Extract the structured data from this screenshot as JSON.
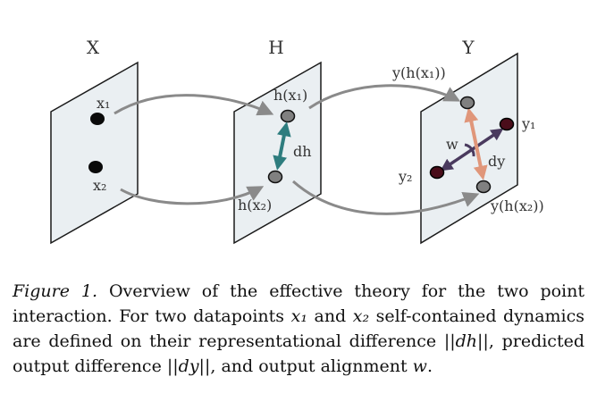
{
  "colors": {
    "plane_fill": "#eaeff2",
    "plane_stroke": "#1a1a1a",
    "curve_arrow": "#8a8a8a",
    "point_black": "#0a0a0a",
    "point_gray": "#808080",
    "point_dark_red": "#4a0d1a",
    "dh_arrow": "#2e7d7f",
    "dy_arrow": "#e0967a",
    "w_arrow": "#4a3a5e"
  },
  "planes": {
    "x_title": "X",
    "h_title": "H",
    "y_title": "Y"
  },
  "labels": {
    "x1": "x₁",
    "x2": "x₂",
    "hx1": "h(x₁)",
    "hx2": "h(x₂)",
    "dh": "dh",
    "yhx1": "y(h(x₁))",
    "yhx2": "y(h(x₂))",
    "y1": "y₁",
    "y2": "y₂",
    "w": "w",
    "dy": "dy"
  },
  "caption": {
    "figure_label": "Figure 1.",
    "part1": " Overview of the effective theory for the two point interaction. For two datapoints ",
    "x1": "x₁",
    "and": " and ",
    "x2": "x₂",
    "part2": " self-contained dynamics are defined on their representational difference ",
    "dh_norm": "||dh||",
    "part3": ", predicted output difference ",
    "dy_norm": "||dy||",
    "part4": ", and output alignment ",
    "w": "w",
    "part5": "."
  }
}
